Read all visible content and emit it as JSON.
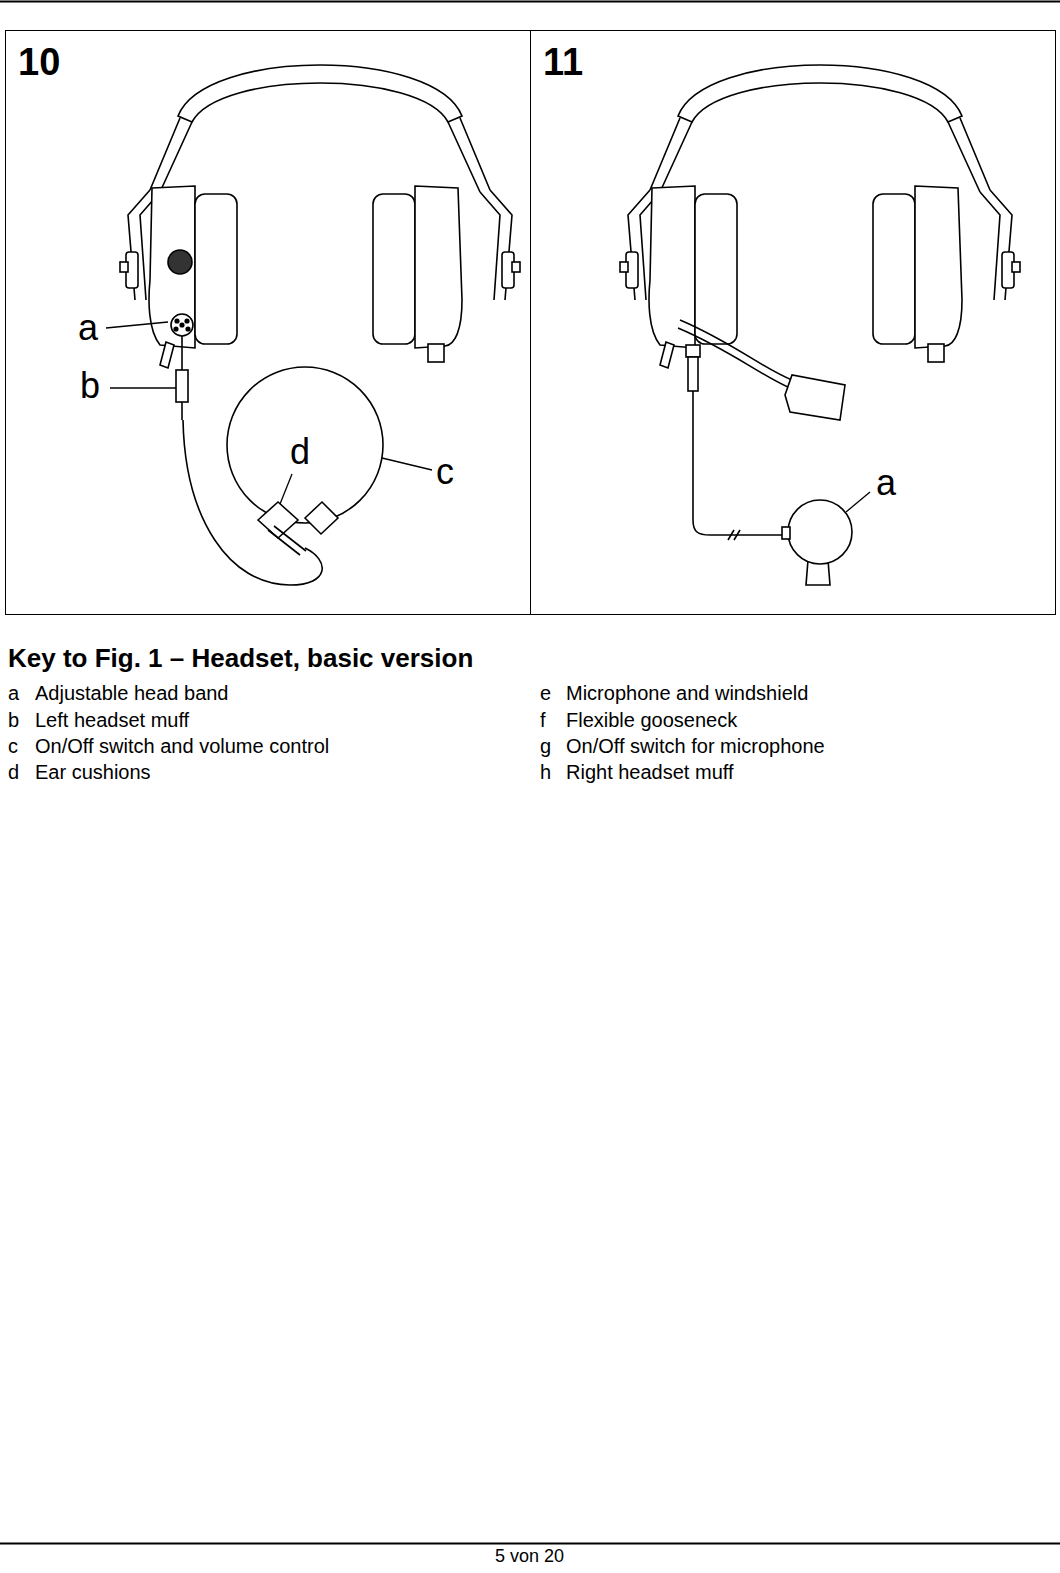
{
  "diagram": {
    "title": "Key to Fig. 1 – Headset, basic version",
    "nodes": [
      {
        "text": [
          "10"
        ]
      },
      {
        "text": [
          "11"
        ]
      }
    ],
    "labels": [
      "a",
      "b",
      "d",
      "c",
      "a",
      "a",
      "Adjustable head band",
      "b",
      "Left headset muff",
      "c",
      "On/Off switch and volume control",
      "d",
      "Ear cushions",
      "e",
      "Microphone and windshield",
      "f",
      "Flexible gooseneck",
      "g",
      "On/Off switch for microphone",
      "h",
      "Right headset muff",
      "5 von 20"
    ]
  }
}
